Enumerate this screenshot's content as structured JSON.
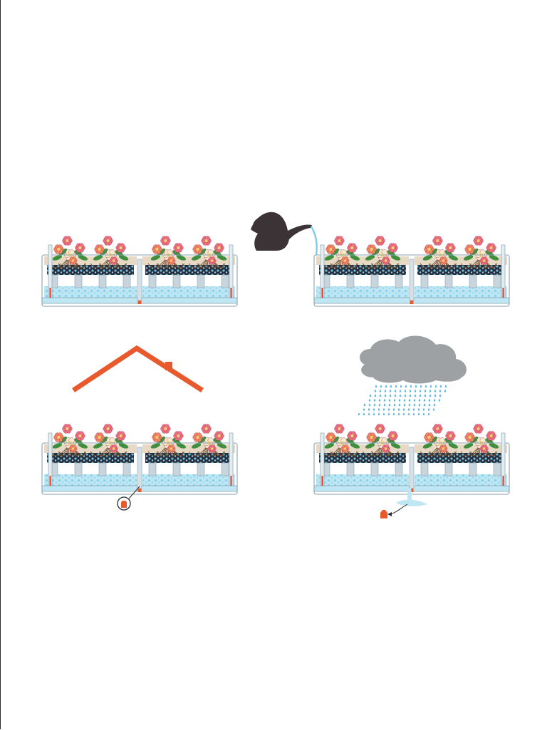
{
  "diagram": {
    "panels": [
      {
        "id": "planter-default",
        "scene": "planter-with-flowers"
      },
      {
        "id": "planter-watering",
        "scene": "watering-can-filling-planter"
      },
      {
        "id": "planter-indoor",
        "scene": "planter-under-roof-drain-plug-closed"
      },
      {
        "id": "planter-rain",
        "scene": "planter-in-rain-drain-plug-open"
      }
    ],
    "icons": [
      "watering-can-icon",
      "roof-icon",
      "rain-cloud-icon",
      "drain-plug-icon",
      "flower-icon"
    ]
  },
  "colors": {
    "water": "#bfe6f3",
    "water_dots": "#5bc3e6",
    "soil": "#e7d9c4",
    "substrate": "#2a2e3c",
    "roof": "#e8592d",
    "plug": "#e8592d",
    "cloud": "#9ea1a3",
    "rain": "#58b7e0",
    "watering_can": "#3c3337",
    "pot_outline": "#8aa3b0",
    "flower_pink": "#e96f83",
    "flower_coral": "#ee8663",
    "flower_cream": "#f4ead0",
    "leaf": "#3f8f3e",
    "root": "#6b4a2e"
  }
}
